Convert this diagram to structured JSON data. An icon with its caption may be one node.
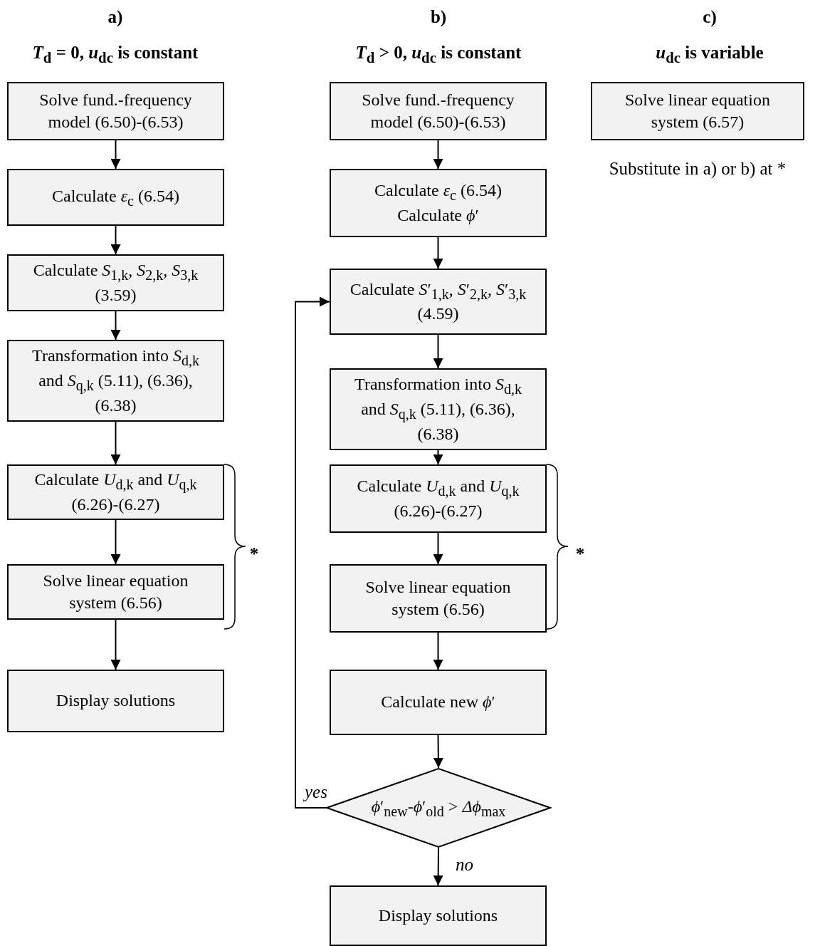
{
  "diagram": {
    "nodes": [
      {
        "text": [
          "Solve fund.-frequency model (6.50)-(6.53)"
        ]
      },
      {
        "text": [
          "Calculate *ε*$_{c}$ (6.54)"
        ]
      },
      {
        "text": [
          "Calculate *S*$_{1,k}$, *S*$_{2,k}$, *S*$_{3,k}$ (3.59)"
        ]
      },
      {
        "text": [
          "Transformation into *S*$_{d,k}$ and *S*$_{q,k}$ (5.11), (6.36), (6.38)"
        ]
      },
      {
        "text": [
          "Calculate *U*$_{d,k}$ and *U*$_{q,k}$ (6.26)-(6.27)"
        ]
      },
      {
        "text": [
          "Solve linear equation system (6.56)"
        ]
      },
      {
        "text": [
          "Display solutions"
        ]
      },
      {
        "text": [
          "Solve fund.-frequency model (6.50)-(6.53)"
        ]
      },
      {
        "text": [
          "Calculate *ε*$_{c}$ (6.54) Calculate *ϕ*′"
        ]
      },
      {
        "text": [
          "Calculate *S*′$_{1,k}$, *S*′$_{2,k}$, *S*′$_{3,k}$ (4.59)"
        ]
      },
      {
        "text": [
          "Transformation into *S*$_{d,k}$ and *S*$_{q,k}$ (5.11), (6.36), (6.38)"
        ]
      },
      {
        "text": [
          "Calculate *U*$_{d,k}$ and *U*$_{q,k}$ (6.26)-(6.27)"
        ]
      },
      {
        "text": [
          "Solve linear equation system (6.56)"
        ]
      },
      {
        "text": [
          "Calculate new *ϕ*′"
        ]
      },
      {
        "text": [
          "*ϕ*′$_{new}$-*ϕ*′$_{old}$ > *Δϕ*$_{max}$"
        ]
      },
      {
        "text": [
          "Display solutions"
        ]
      },
      {
        "text": [
          "Solve linear equation system (6.57)"
        ],
        "beside": [
          "Substitute in a) or b) at *"
        ]
      }
    ],
    "edges": [
      {
        "from": 0,
        "to": 1,
        "arrow": "to"
      },
      {
        "from": 1,
        "to": 2,
        "arrow": "to"
      },
      {
        "from": 2,
        "to": 3,
        "arrow": "to"
      },
      {
        "from": 3,
        "to": 4,
        "arrow": "to"
      },
      {
        "from": 4,
        "to": 5,
        "arrow": "to"
      },
      {
        "from": 5,
        "to": 6,
        "arrow": "to"
      },
      {
        "from": 7,
        "to": 8,
        "arrow": "to"
      },
      {
        "from": 8,
        "to": 9,
        "arrow": "to"
      },
      {
        "from": 9,
        "to": 10,
        "arrow": "to"
      },
      {
        "from": 10,
        "to": 11,
        "arrow": "to"
      },
      {
        "from": 11,
        "to": 12,
        "arrow": "to"
      },
      {
        "from": 12,
        "to": 13,
        "arrow": "to"
      },
      {
        "from": 13,
        "to": 14,
        "arrow": "to"
      },
      {
        "from": 14,
        "to": 15,
        "arrow": "to",
        "label": "no"
      },
      {
        "from": 14,
        "to": 9,
        "arrow": "to",
        "label": "yes"
      }
    ],
    "labels": [
      "a)",
      "b)",
      "c)",
      "*T*$_{d}$ = 0, *u*$_{dc}$ is constant",
      "*T*$_{d}$ > 0, *u*$_{dc}$ is constant",
      "*u*$_{dc}$ is variable",
      "*",
      "*"
    ]
  }
}
